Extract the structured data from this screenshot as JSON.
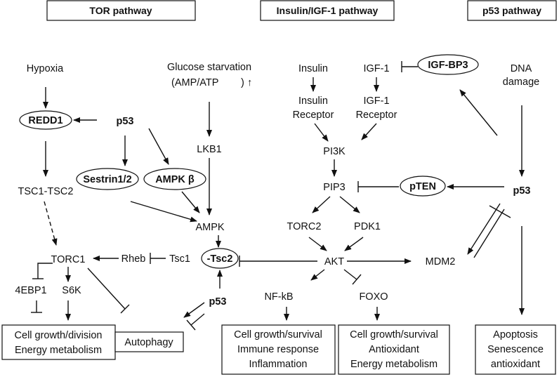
{
  "headers": {
    "tor": "TOR pathway",
    "insulin": "Insulin/IGF-1 pathway",
    "p53": "p53 pathway"
  },
  "nodes": {
    "hypoxia": "Hypoxia",
    "glucose_line1": "Glucose starvation",
    "glucose_line2": "(AMP/ATP",
    "glucose_up": "↑",
    "closing_paren": ")",
    "redd1": "REDD1",
    "p53_tor": "p53",
    "sestrin": "Sestrin1/2",
    "ampk_beta": "AMPK β",
    "lkb1": "LKB1",
    "tsc1_tsc2": "TSC1-TSC2",
    "ampk": "AMPK",
    "torc1": "TORC1",
    "rheb": "Rheb",
    "tsc1": "Tsc1",
    "tsc2": "-Tsc2",
    "ebp1": "4EBP1",
    "s6k": "S6K",
    "p53_autophagy": "p53",
    "insulin": "Insulin",
    "insulin_receptor_1": "Insulin",
    "insulin_receptor_2": "Receptor",
    "igf1": "IGF-1",
    "igf1_receptor_1": "IGF-1",
    "igf1_receptor_2": "Receptor",
    "igfbp3": "IGF-BP3",
    "pi3k": "PI3K",
    "pip3": "PIP3",
    "pten": "pTEN",
    "torc2": "TORC2",
    "pdk1": "PDK1",
    "akt": "AKT",
    "nfkb": "NF-kB",
    "foxo": "FOXO",
    "dna_damage_1": "DNA",
    "dna_damage_2": "damage",
    "p53_main": "p53",
    "mdm2": "MDM2"
  },
  "outcomes": {
    "growth_division": [
      "Cell growth/division",
      "Energy metabolism"
    ],
    "autophagy": [
      "Autophagy"
    ],
    "nfkb_outcome": [
      "Cell growth/survival",
      "Immune response",
      "Inflammation"
    ],
    "foxo_outcome": [
      "Cell growth/survival",
      "Antioxidant",
      "Energy metabolism"
    ],
    "p53_outcome": [
      "Apoptosis",
      "Senescence",
      "antioxidant"
    ]
  }
}
